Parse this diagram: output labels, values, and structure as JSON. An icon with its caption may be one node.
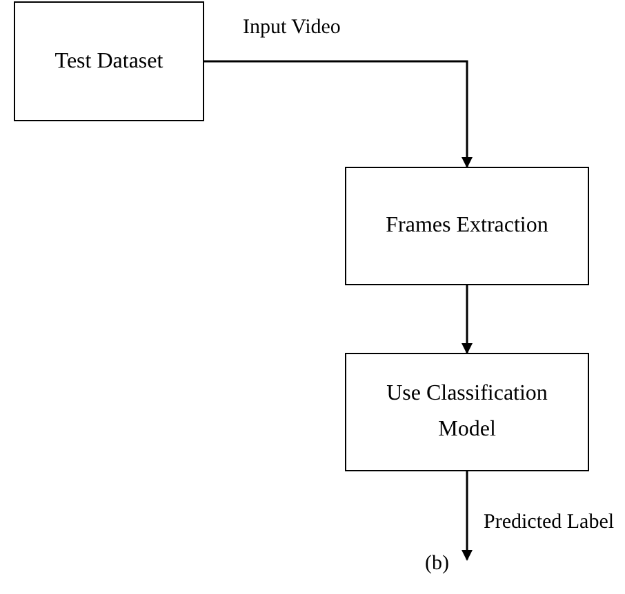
{
  "diagram": {
    "caption": "(b)",
    "nodes": [
      {
        "text": [
          "Test Dataset"
        ]
      },
      {
        "text": [
          "Frames Extraction"
        ]
      },
      {
        "text": [
          "Use Classification Model"
        ]
      }
    ],
    "edges": [
      {
        "from": 0,
        "to": 1,
        "arrow": "to",
        "label": "Input Video"
      },
      {
        "from": 1,
        "to": 2,
        "arrow": "to"
      },
      {
        "from": 2,
        "to": null,
        "arrow": "to",
        "label": "Predicted Label"
      }
    ]
  }
}
